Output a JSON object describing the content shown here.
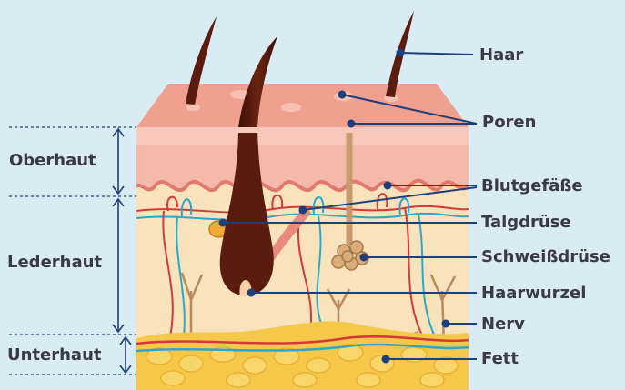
{
  "diagram": {
    "layers_left": [
      {
        "label": "Oberhaut"
      },
      {
        "label": "Lederhaut"
      },
      {
        "label": "Unterhaut"
      }
    ],
    "labels_right": [
      {
        "label": "Haar"
      },
      {
        "label": "Poren"
      },
      {
        "label": "Blutgefäße"
      },
      {
        "label": "Talgdrüse"
      },
      {
        "label": "Schweißdrüse"
      },
      {
        "label": "Haarwurzel"
      },
      {
        "label": "Nerv"
      },
      {
        "label": "Fett"
      }
    ],
    "colors": {
      "background": "#d9ecf3",
      "leader_line": "#1d3f7a",
      "label_text": "#3a3a46",
      "epidermis": "#f2a896",
      "dermis": "#f9e3bd",
      "fat": "#f6c84a",
      "hair": "#5a1c0e"
    }
  }
}
